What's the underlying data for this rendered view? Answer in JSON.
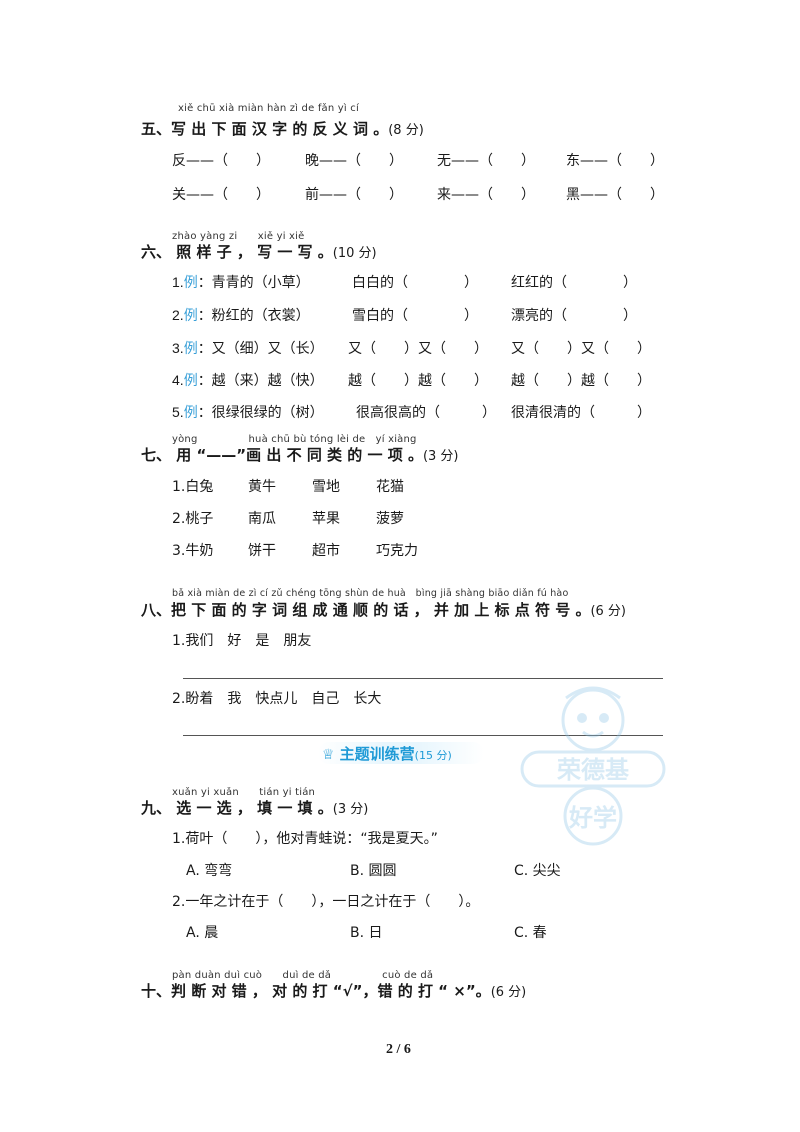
{
  "s5": {
    "pinyin": "xiě chū xià miàn hàn zì de fǎn yì cí",
    "title": "五、写 出 下 面 汉 字 的 反 义 词 。",
    "points": "(8 分)",
    "row1": [
      "反——（　　）",
      "晚——（　　）",
      "无——（　　）",
      "东——（　　）"
    ],
    "row2": [
      "关——（　　）",
      "前——（　　）",
      "来——（　　）",
      "黑——（　　）"
    ]
  },
  "s6": {
    "pinyin": "zhào yàng zi　　xiě yi xiě",
    "title": "六、 照 样 子 ， 写 一 写 。",
    "points": "(10 分)",
    "ex_label": "例",
    "items": [
      {
        "num": "1.",
        "a": "：青青的（小草）",
        "b": "白白的（　　　　）",
        "c": "红红的（　　　　）"
      },
      {
        "num": "2.",
        "a": "：粉红的（衣裳）",
        "b": "雪白的（　　　　）",
        "c": "漂亮的（　　　　）"
      },
      {
        "num": "3.",
        "a": "：又（细）又（长）",
        "b": "又（　　）又（　　）",
        "c": "又（　　）又（　　）"
      },
      {
        "num": "4.",
        "a": "：越（来）越（快）",
        "b": "越（　　）越（　　）",
        "c": "越（　　）越（　　）"
      },
      {
        "num": "5.",
        "a": "：很绿很绿的（树）",
        "b": "很高很高的（　　　）",
        "c": "很清很清的（　　　）"
      }
    ]
  },
  "s7": {
    "pinyin": "yòng　　　　　huà chū bù tóng lèi de　yí xiàng",
    "title": "七、 用 “——”画 出 不 同 类 的 一 项 。",
    "points": "(3 分)",
    "rows": [
      [
        "1.白兔",
        "黄牛",
        "雪地",
        "花猫"
      ],
      [
        "2.桃子",
        "南瓜",
        "苹果",
        "菠萝"
      ],
      [
        "3.牛奶",
        "饼干",
        "超市",
        "巧克力"
      ]
    ]
  },
  "s8": {
    "pinyin": "bǎ xià miàn de zì cí zǔ chéng tōng shùn de huà　bìng jiā shàng biāo diǎn fú hào",
    "title": "八、把 下 面 的 字 词 组 成 通 顺 的 话 ， 并 加 上 标 点 符 号 。",
    "points": "(6 分)",
    "q1": "1.我们　好　是　朋友",
    "q2": "2.盼着　我　快点儿　自己　长大"
  },
  "banner": {
    "title": "主题训练营",
    "points": "(15 分)"
  },
  "s9": {
    "pinyin": "xuǎn yi xuǎn　　tián yi tián",
    "title": "九、 选 一 选 ， 填 一 填 。",
    "points": "(3 分)",
    "q1": "1.荷叶（　　），他对青蛙说：“我是夏天。”",
    "q1_opts": [
      "A. 弯弯",
      "B. 圆圆",
      "C. 尖尖"
    ],
    "q2": "2.一年之计在于（　　），一日之计在于（　　）。",
    "q2_opts": [
      "A. 晨",
      "B. 日",
      "C. 春"
    ]
  },
  "s10": {
    "pinyin": "pàn duàn duì cuò　　duì de dǎ　　　　　cuò de dǎ",
    "title": "十、判 断 对 错 ， 对 的 打 “√”，错 的 打 “ ×”。",
    "points": "(6 分)"
  },
  "page_number": "2 / 6"
}
